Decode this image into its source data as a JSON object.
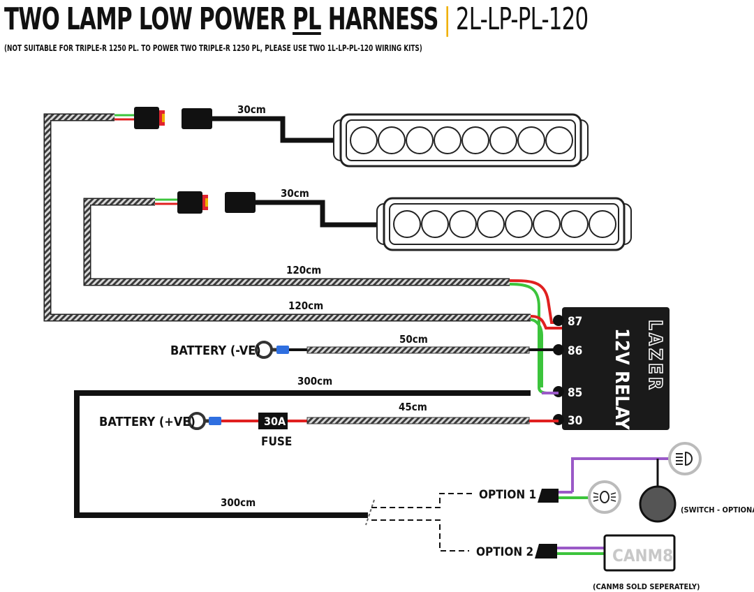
{
  "title": {
    "prefix": "TWO LAMP LOW POWER ",
    "underlined": "PL",
    "suffix": " HARNESS",
    "separator": "|",
    "part_number": "2L-LP-PL-120"
  },
  "subtitle": "(NOT SUITABLE FOR TRIPLE-R 1250 PL. TO POWER TWO TRIPLE-R 1250 PL, PLEASE USE TWO 1L-LP-PL-120 WIRING KITS)",
  "lengths": {
    "lamp1_lead": "30cm",
    "lamp2_lead": "30cm",
    "loom2": "120cm",
    "loom1": "120cm",
    "neg_lead": "50cm",
    "switch_feed_upper": "300cm",
    "pos_lead": "45cm",
    "switch_feed_lower": "300cm"
  },
  "labels": {
    "battery_neg": "BATTERY (-VE)",
    "battery_pos": "BATTERY (+VE)",
    "fuse_rating": "30A",
    "fuse": "FUSE",
    "option1": "OPTION 1",
    "option2": "OPTION 2",
    "switch_note": "(SWITCH - OPTIONAL)",
    "canm8": "CANM8",
    "canm8_note": "(CANM8 SOLD SEPERATELY)"
  },
  "relay": {
    "brand": "LAZER",
    "name": "12V RELAY",
    "pins": [
      "87",
      "86",
      "85",
      "30"
    ]
  },
  "colors": {
    "accent": "#f0b000",
    "red_wire": "#e02020",
    "green_wire": "#3cc43c",
    "purple_wire": "#9a59c7",
    "connector_red": "#e0232e",
    "blue_terminal": "#2f6fe0"
  },
  "icons": [
    "headlight-icon",
    "spotlight-icon",
    "switch-button-icon"
  ]
}
